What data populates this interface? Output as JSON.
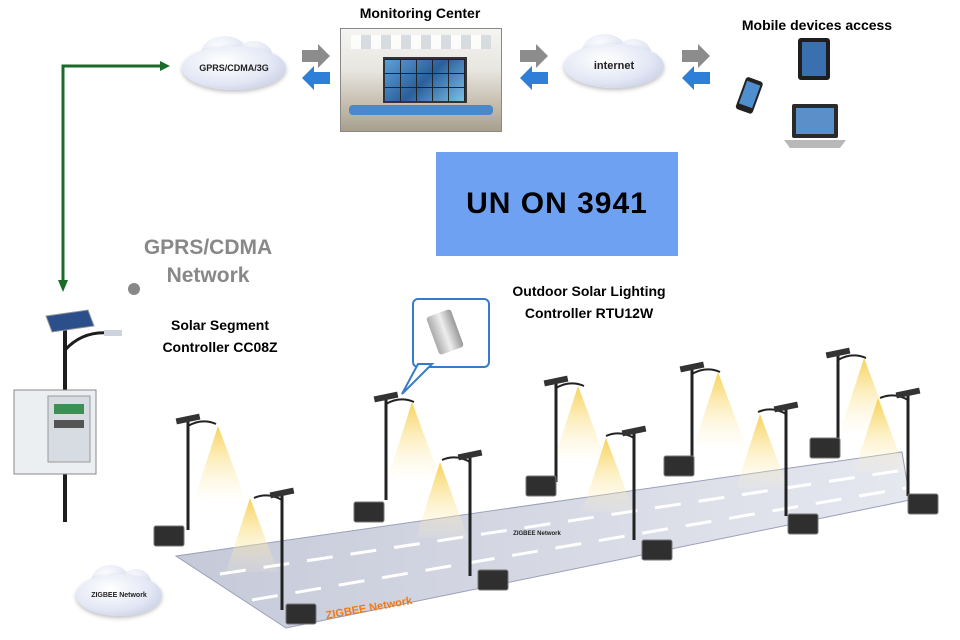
{
  "labels": {
    "monitoring_center": "Monitoring Center",
    "mobile_access": "Mobile devices access",
    "gprs_cloud": "GPRS/CDMA/3G",
    "internet_cloud": "internet",
    "banner": "UN ON 3941",
    "gprs_network_line1": "GPRS/CDMA",
    "gprs_network_line2": "Network",
    "rtu_line1": "Outdoor Solar Lighting",
    "rtu_line2": "Controller RTU12W",
    "ssc_line1": "Solar Segment",
    "ssc_line2": "Controller CC08Z",
    "zigbee_cloud_1": "ZIGBEE Network",
    "zigbee_cloud_2": "ZIGBEE Network",
    "zigbee_label": "ZIGBEE Network"
  },
  "colors": {
    "banner_bg": "#6ea1f2",
    "green_link": "#1a6b2a",
    "arrow_gray": "#8c8c8c",
    "arrow_blue": "#2f7fd8",
    "zigbee_orange": "#f07a18",
    "road": "#d6d8e4",
    "light_beam": "#f5d56a"
  },
  "icons": {
    "tablet": "tablet-icon",
    "phone": "phone-icon",
    "laptop": "laptop-icon",
    "solar_panel": "solar-panel-icon",
    "street_lamp": "street-lamp-icon",
    "controller_box": "controller-box-icon",
    "cabinet": "control-cabinet-icon"
  }
}
